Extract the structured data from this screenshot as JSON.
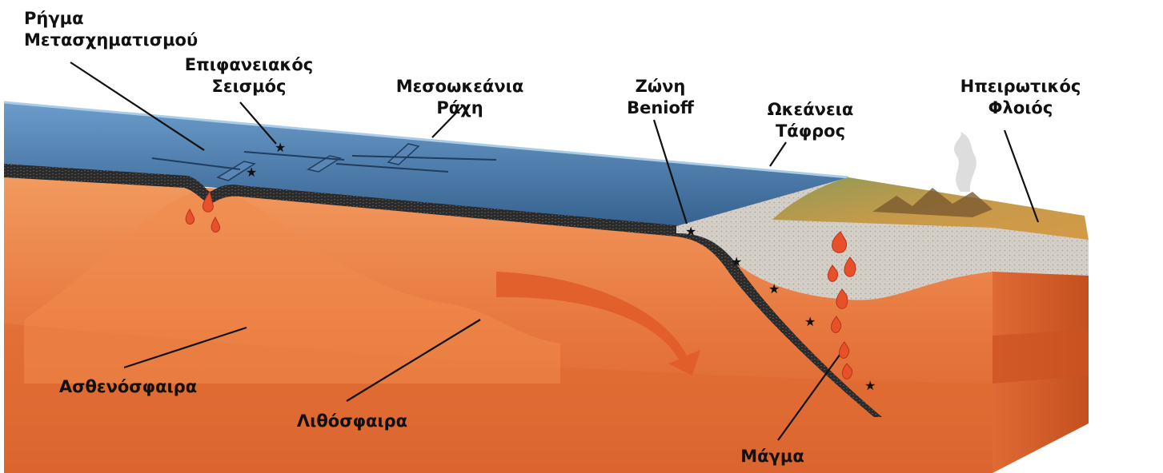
{
  "title": "",
  "labels": {
    "transform_fault": {
      "line1": "Ρήγμα",
      "line2": "Μετασχηματισμού"
    },
    "shallow_quake": {
      "line1": "Επιφανειακός",
      "line2": "Σεισμός"
    },
    "mid_ocean_ridge": {
      "line1": "Μεσοωκεάνια",
      "line2": "Ράχη"
    },
    "benioff_zone": {
      "line1": "Ζώνη",
      "line2": "Benioff"
    },
    "ocean_trench": {
      "line1": "Ωκεάνεια",
      "line2": "Τάφρος"
    },
    "continental_crust": {
      "line1": "Ηπειρωτικός",
      "line2": "Φλοιός"
    },
    "asthenosphere": "Ασθενόσφαιρα",
    "lithosphere": "Λιθόσφαιρα",
    "magma": "Μάγμα"
  },
  "colors": {
    "ocean": "#3f6c9a",
    "ocean_top": "#5d8fbf",
    "mantle": "#e7783f",
    "mantle_dark": "#cf5424",
    "lithosphere_band": "#2a2a2a",
    "continental_crust": "#d8d3cb",
    "land": "#c9913f",
    "magma": "#e8502a",
    "leader_line": "#111111"
  },
  "icons": {
    "earthquake_marker": "star-icon",
    "magma_drop": "magma-drop-icon",
    "convection_arrow": "arrow-icon",
    "volcano_smoke": "smoke-icon"
  }
}
